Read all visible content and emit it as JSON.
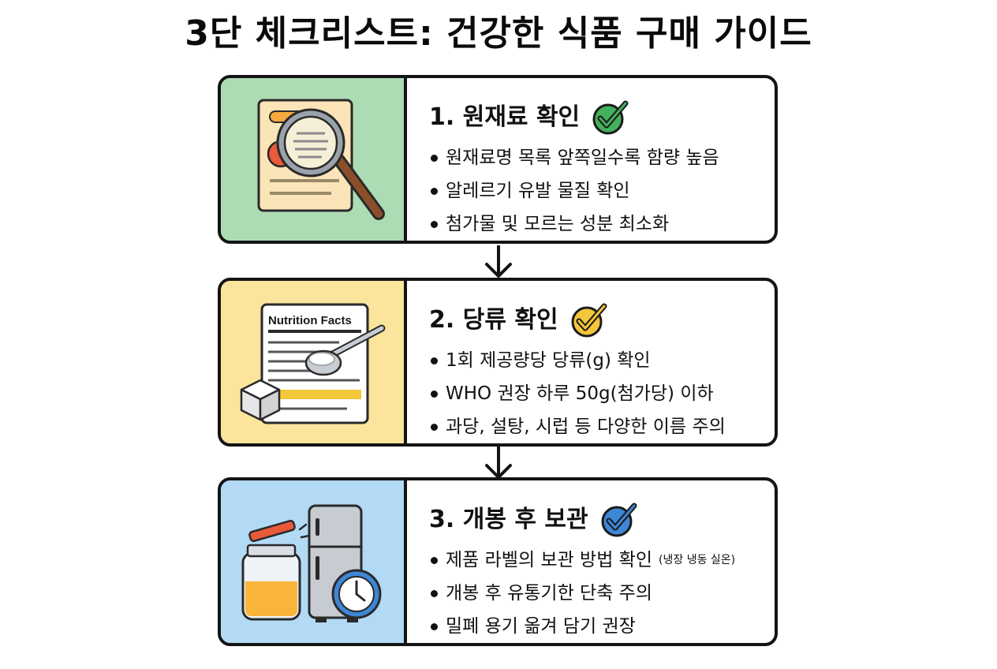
{
  "title": "3단 체크리스트: 건강한 식품 구매 가이드",
  "colors": {
    "panel_green": "#acdcb4",
    "panel_yellow": "#fbe59d",
    "panel_blue": "#b2daf5",
    "check_green": "#43b05c",
    "check_yellow": "#f3c63b",
    "check_blue": "#3e86d6"
  },
  "steps": [
    {
      "heading": "1. 원재료 확인",
      "icon": "magnifier-over-ingredient-list-icon",
      "check_icon": "green-check-icon",
      "items": [
        "원재료명 목록 앞쪽일수록 함량 높음",
        "알레르기 유발 물질 확인",
        "첨가물 및 모르는 성분 최소화"
      ]
    },
    {
      "heading": "2. 당류 확인",
      "icon": "nutrition-facts-sugar-icon",
      "icon_label": "Nutrition Facts",
      "check_icon": "yellow-check-icon",
      "items": [
        "1회 제공량당 당류(g) 확인",
        "WHO 권장 하루 50g(첨가당) 이하",
        "과당, 설탕, 시럽 등 다양한 이름 주의"
      ]
    },
    {
      "heading": "3. 개봉 후 보관",
      "icon": "jar-fridge-clock-icon",
      "check_icon": "blue-check-icon",
      "items": [
        "제품 라벨의 보관 방법 확인",
        "개봉 후 유통기한 단축 주의",
        "밀폐 용기 옮겨 담기 권장"
      ],
      "item_note": "(냉장 냉동 실온)"
    }
  ]
}
